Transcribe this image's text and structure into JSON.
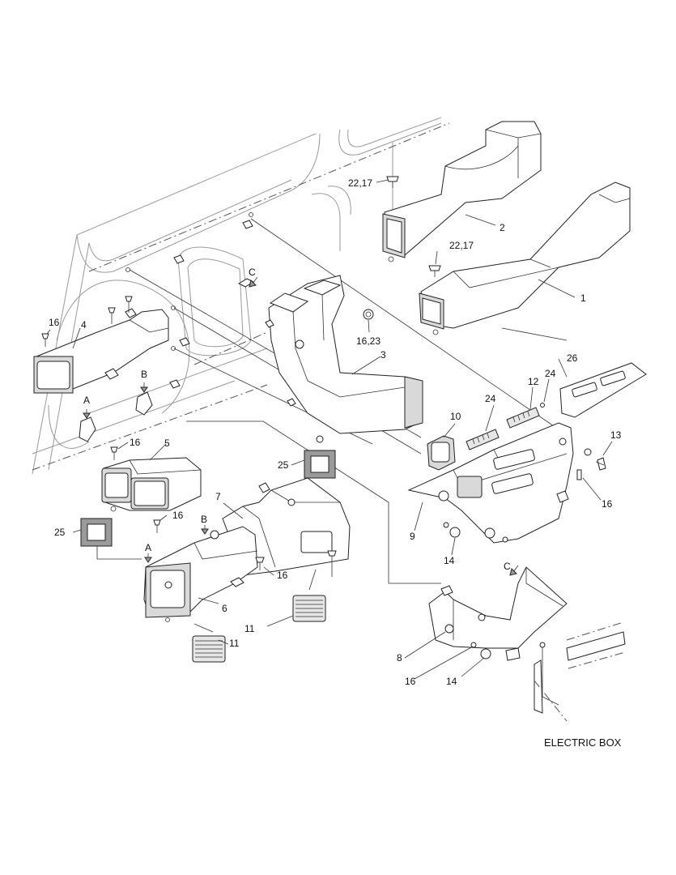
{
  "labels": {
    "l1": "1",
    "l2": "2",
    "l3": "3",
    "l4": "4",
    "l5": "5",
    "l6": "6",
    "l7": "7",
    "l8": "8",
    "l9": "9",
    "l10": "10",
    "l11a": "11",
    "l11b": "11",
    "l12": "12",
    "l13": "13",
    "l14a": "14",
    "l14b": "14",
    "l16a": "16",
    "l16b": "16",
    "l16c": "16",
    "l16d": "16",
    "l16e": "16",
    "l16f": "16",
    "l1623": "16,23",
    "l2217a": "22,17",
    "l2217b": "22,17",
    "l24a": "24",
    "l24b": "24",
    "l25a": "25",
    "l25b": "25",
    "l26": "26",
    "ref_a1": "A",
    "ref_a2": "A",
    "ref_b1": "B",
    "ref_b2": "B",
    "ref_c1": "C",
    "ref_c2": "C"
  },
  "caption": "ELECTRIC BOX"
}
